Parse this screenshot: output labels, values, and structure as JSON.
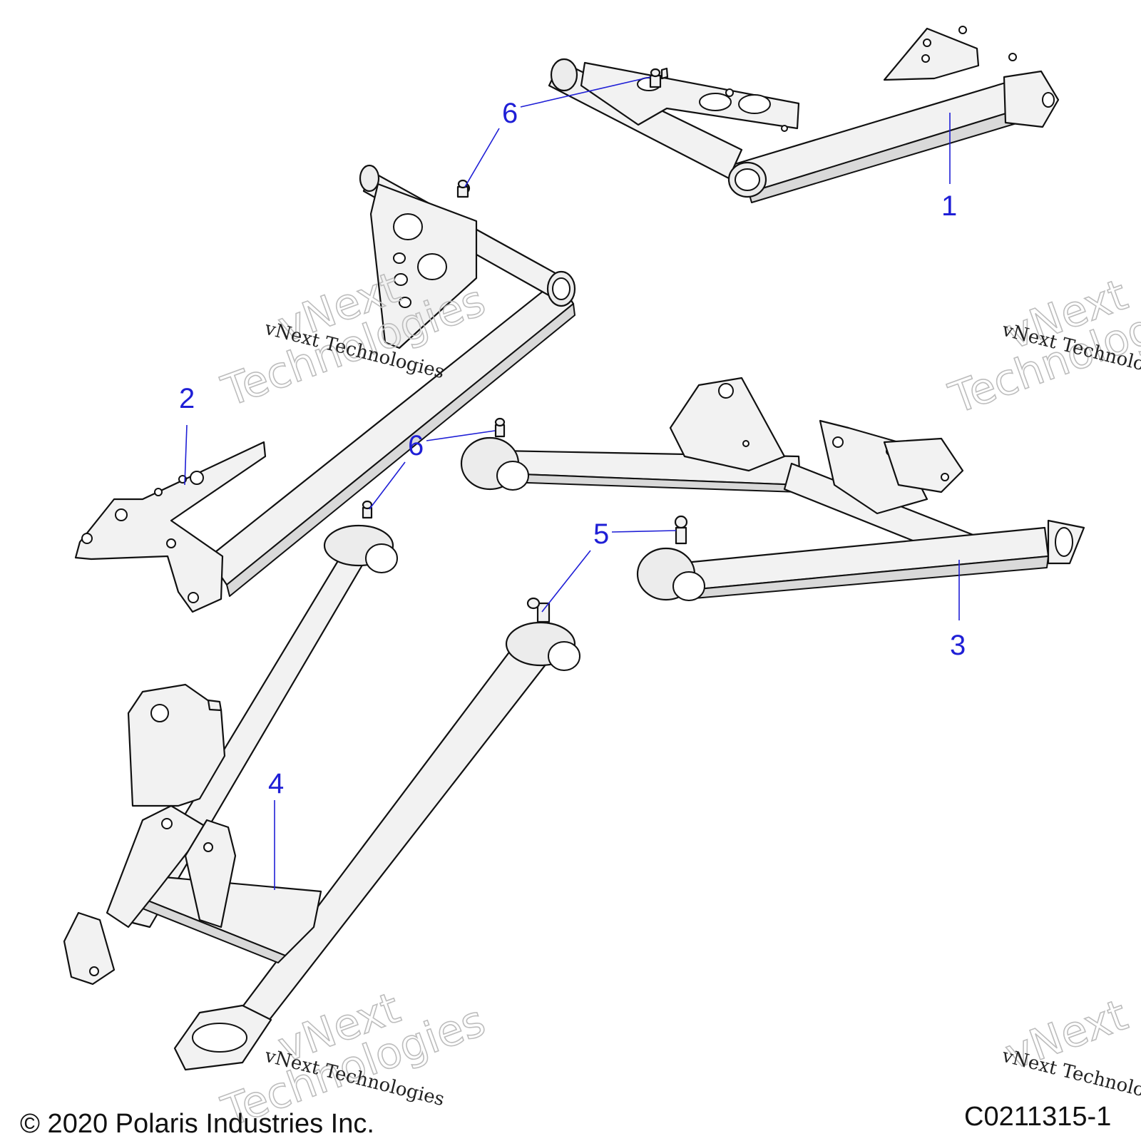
{
  "callouts": [
    {
      "id": "1",
      "label": "1"
    },
    {
      "id": "2",
      "label": "2"
    },
    {
      "id": "3",
      "label": "3"
    },
    {
      "id": "4",
      "label": "4"
    },
    {
      "id": "5",
      "label": "5"
    },
    {
      "id": "6a",
      "label": "6"
    },
    {
      "id": "6b",
      "label": "6"
    }
  ],
  "watermark": {
    "line_small": "vNext Technologies",
    "line_big_1": "vNext",
    "line_big_2": "Technologies"
  },
  "footer": {
    "copyright": "© 2020 Polaris Industries Inc.",
    "drawing_number": "C0211315-1"
  },
  "colors": {
    "callout": "#1f1fd6",
    "line": "#111111",
    "watermark": "#bdbdbd"
  }
}
